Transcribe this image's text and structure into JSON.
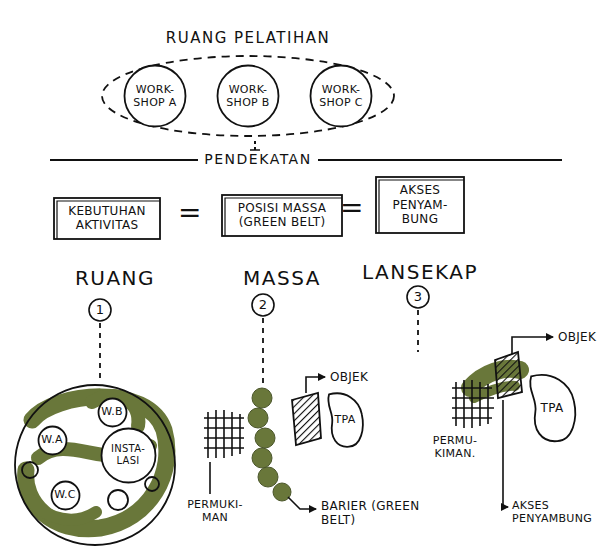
{
  "diagram": {
    "title": "RUANG PELATIHAN",
    "nodes": [
      {
        "text": [
          "RUANG PELATIHAN"
        ]
      },
      {
        "text": [
          "WORK- SHOP A"
        ],
        "in": 0
      },
      {
        "text": [
          "WORK- SHOP B"
        ],
        "in": 0
      },
      {
        "text": [
          "WORK- SHOP C"
        ],
        "in": 0
      },
      {
        "text": [
          "KEBUTUHAN AKTIVITAS"
        ]
      },
      {
        "text": [
          "POSISI MASSA (GREEN BELT)"
        ]
      },
      {
        "text": [
          "AKSES PENYAM- BUNG"
        ]
      },
      {
        "text": [
          "W.B"
        ]
      },
      {
        "text": [
          "W.A"
        ]
      },
      {
        "text": [
          "INSTA- LASI"
        ]
      },
      {
        "text": [
          "W.C"
        ]
      },
      {
        "text": [
          "TPA"
        ]
      },
      {
        "text": [
          "TPA"
        ]
      }
    ],
    "labels": [
      "PENDEKATAN",
      "=",
      "=",
      "RUANG",
      "MASSA",
      "LANSEKAP",
      "1",
      "2",
      "3",
      "OBJEK",
      "PERMUKI- MAN",
      "BARIER (GREEN BELT)",
      "OBJEK",
      "PERMU- KIMAN.",
      "AKSES PENYAMBUNG"
    ]
  }
}
